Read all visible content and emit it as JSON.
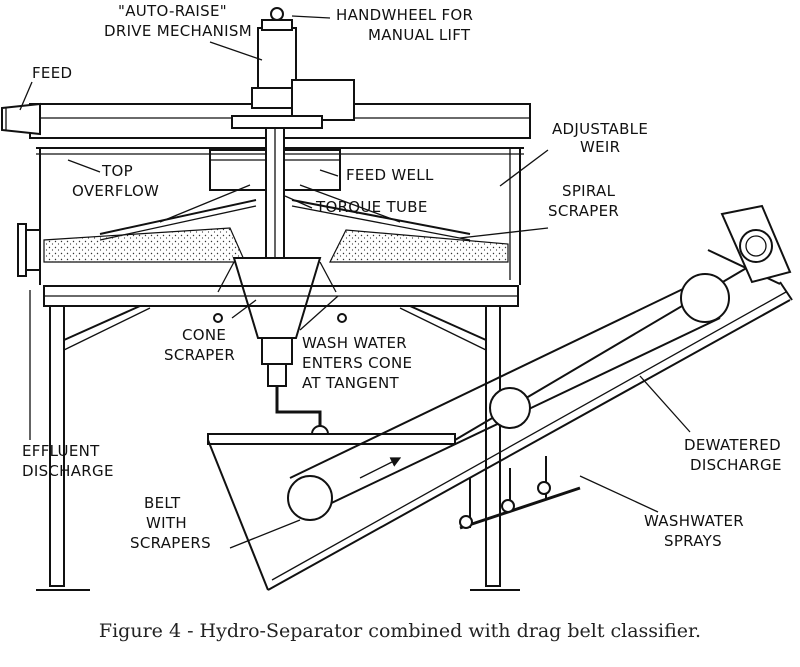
{
  "labels": {
    "auto_raise_1": "\"AUTO-RAISE\"",
    "auto_raise_2": "DRIVE MECHANISM",
    "handwheel_1": "HANDWHEEL FOR",
    "handwheel_2": "MANUAL LIFT",
    "feed": "FEED",
    "adjustable_1": "ADJUSTABLE",
    "adjustable_2": "WEIR",
    "top_overflow_1": "TOP",
    "top_overflow_2": "OVERFLOW",
    "feed_well": "FEED WELL",
    "torque_tube": "TORQUE TUBE",
    "spiral_1": "SPIRAL",
    "spiral_2": "SCRAPER",
    "cone_1": "CONE",
    "cone_2": "SCRAPER",
    "wash_1": "WASH WATER",
    "wash_2": "ENTERS CONE",
    "wash_3": "AT TANGENT",
    "effluent_1": "EFFLUENT",
    "effluent_2": "DISCHARGE",
    "dewatered_1": "DEWATERED",
    "dewatered_2": "DISCHARGE",
    "belt_1": "BELT",
    "belt_2": "WITH",
    "belt_3": "SCRAPERS",
    "washwater_1": "WASHWATER",
    "washwater_2": "SPRAYS"
  },
  "caption": "Figure 4 - Hydro-Separator combined with drag belt classifier."
}
